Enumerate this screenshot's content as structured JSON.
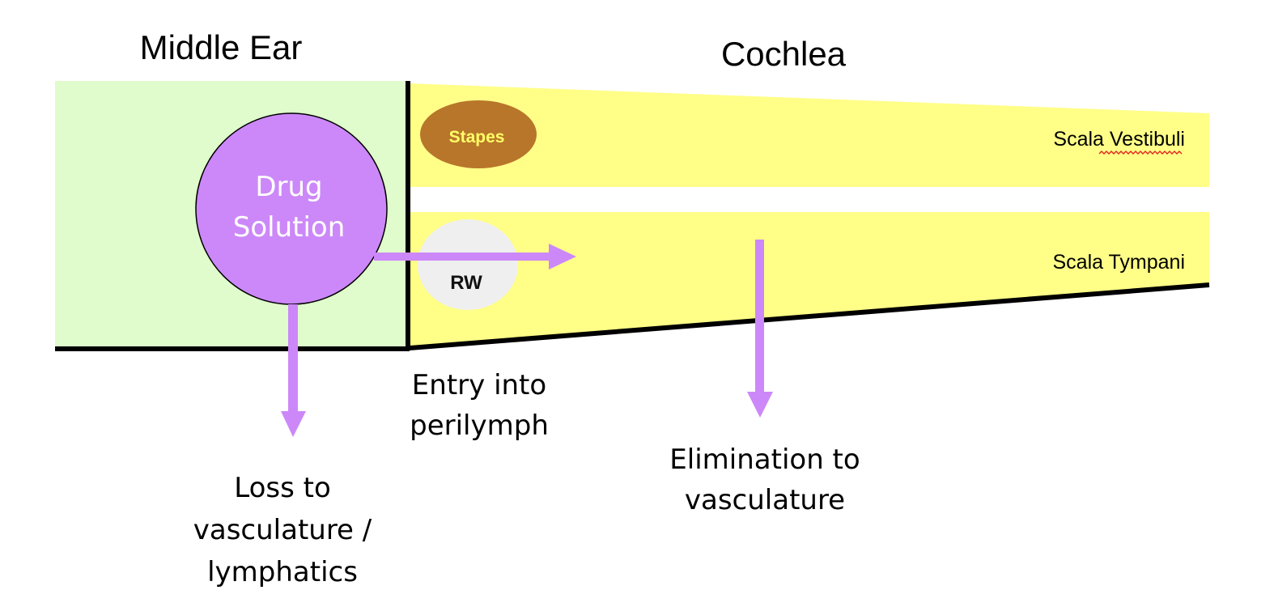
{
  "diagram": {
    "middle_ear_label": "Middle Ear",
    "cochlea_label": "Cochlea",
    "stapes_label": "Stapes",
    "rw_label": "RW",
    "drug_solution": {
      "line1": "Drug",
      "line2": "Solution"
    },
    "scala_vestibuli_label": "Scala Vestibuli",
    "scala_tympani_label": "Scala Tympani",
    "entry_label": {
      "line1": "Entry into",
      "line2": "perilymph"
    },
    "elimination_label": {
      "line1": "Elimination to",
      "line2": "vasculature"
    },
    "loss_label": {
      "line1": "Loss to",
      "line2": "vasculature /",
      "line3": "lymphatics"
    }
  },
  "colors": {
    "middle_ear_fill": "#e0fccc",
    "cochlea_fill": "#ffff88",
    "drug_fill": "#cc88f8",
    "arrow": "#cc88f8",
    "stapes_fill": "#b8762a",
    "stapes_text": "#ffff66",
    "rw_fill": "#efefef",
    "outline": "#000000"
  }
}
